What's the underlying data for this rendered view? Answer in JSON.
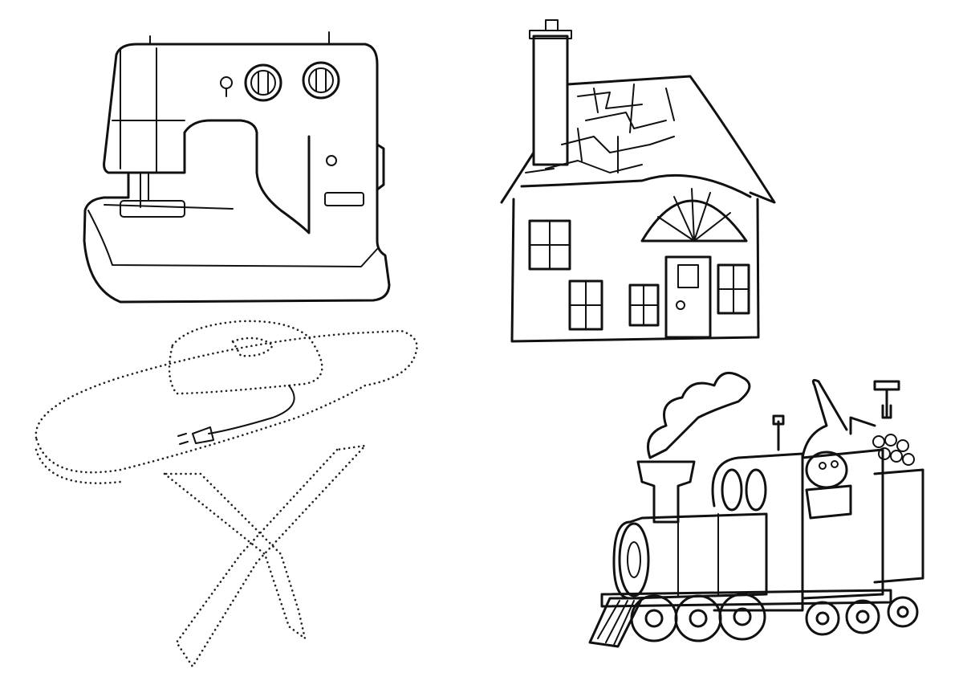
{
  "drawings": [
    "sewing-machine",
    "house",
    "ironing-board-with-iron",
    "steam-train-with-mole"
  ],
  "colors": {
    "background": "#ffffff",
    "line": "#111111"
  }
}
